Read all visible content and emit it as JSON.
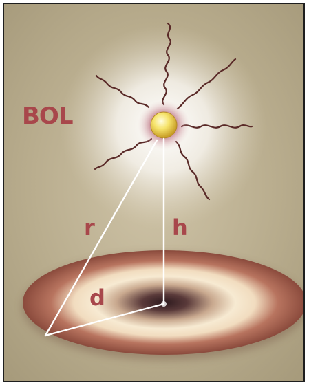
{
  "labels": {
    "source": "BOL",
    "distance_r": "r",
    "height_h": "h",
    "distance_d": "d"
  },
  "colors": {
    "background": "#b7ab8c",
    "label": "#a8474b",
    "disc_rim": "#8b4a3c",
    "disc_light": "#f5e6cf",
    "disc_center": "#3a1f22",
    "wave": "#5a2a28",
    "bulb": "#f3e06a",
    "lines": "#ffffff"
  },
  "icons": {
    "source": "light-bulb-icon",
    "radiation": "wavy-ray-icon"
  }
}
